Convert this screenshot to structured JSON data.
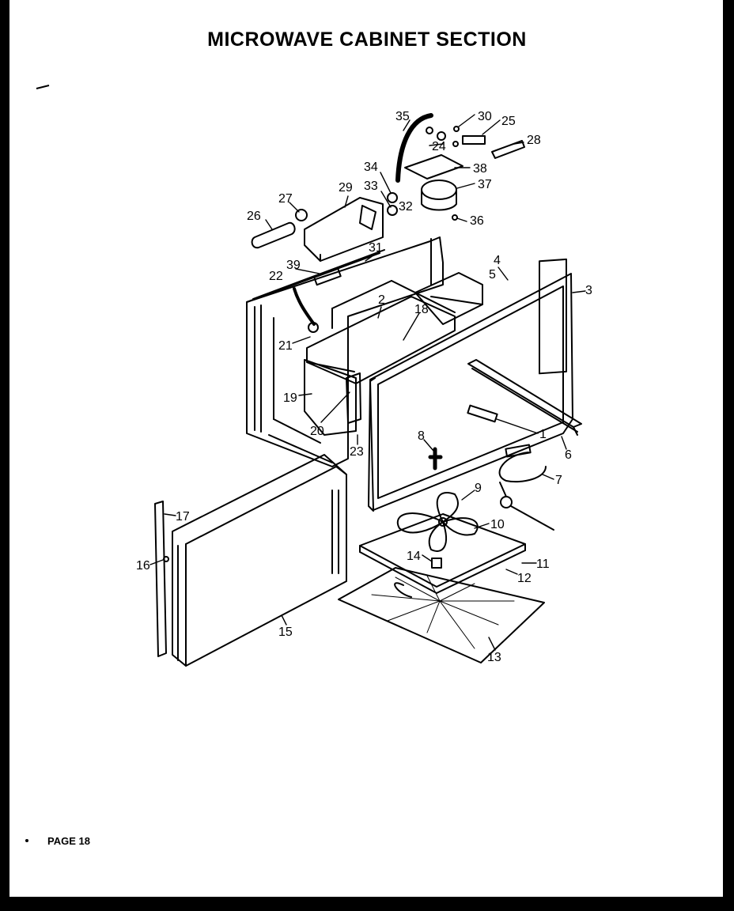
{
  "title": "MICROWAVE CABINET SECTION",
  "page_label": "PAGE 18",
  "callouts": [
    "35",
    "30",
    "25",
    "24",
    "28",
    "34",
    "38",
    "37",
    "33",
    "32",
    "36",
    "27",
    "29",
    "26",
    "31",
    "4",
    "5",
    "3",
    "39",
    "22",
    "2",
    "18",
    "21",
    "19",
    "20",
    "23",
    "1",
    "6",
    "8",
    "7",
    "9",
    "10",
    "14",
    "11",
    "12",
    "17",
    "16",
    "15",
    "13"
  ],
  "colors": {
    "ink": "#000000",
    "paper": "#ffffff",
    "border": "#000000"
  }
}
